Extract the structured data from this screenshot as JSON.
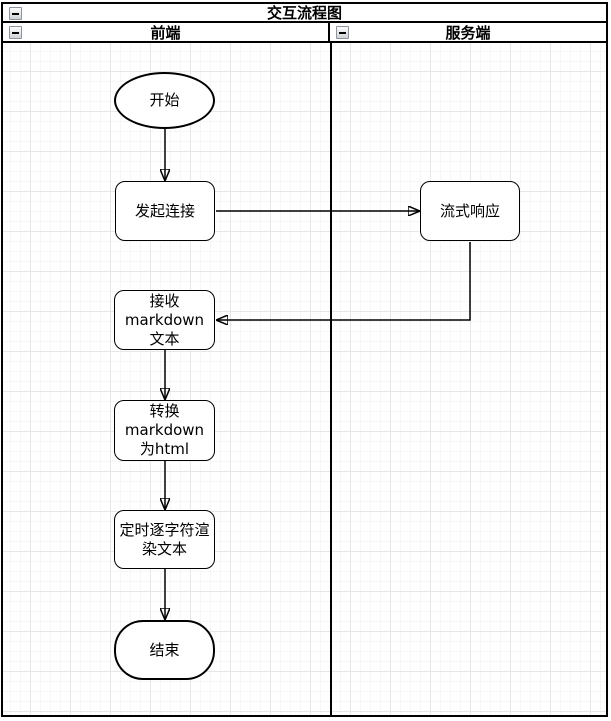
{
  "pool": {
    "title": "交互流程图"
  },
  "lanes": [
    {
      "label": "前端"
    },
    {
      "label": "服务端"
    }
  ],
  "nodes": [
    {
      "id": "start",
      "label": "开始",
      "shape": "ellipse",
      "lane": "前端"
    },
    {
      "id": "connect",
      "label": "发起连接",
      "shape": "process",
      "lane": "前端"
    },
    {
      "id": "stream",
      "label": "流式响应",
      "shape": "process",
      "lane": "服务端"
    },
    {
      "id": "receive",
      "label": "接收\nmarkdown\n文本",
      "shape": "process",
      "lane": "前端"
    },
    {
      "id": "convert",
      "label": "转换\nmarkdown\n为html",
      "shape": "process",
      "lane": "前端"
    },
    {
      "id": "render",
      "label": "定时逐字符渲\n染文本",
      "shape": "process",
      "lane": "前端"
    },
    {
      "id": "end",
      "label": "结束",
      "shape": "terminator",
      "lane": "前端"
    }
  ],
  "edges": [
    {
      "from": "start",
      "to": "connect"
    },
    {
      "from": "connect",
      "to": "stream"
    },
    {
      "from": "stream",
      "to": "receive"
    },
    {
      "from": "receive",
      "to": "convert"
    },
    {
      "from": "convert",
      "to": "render"
    },
    {
      "from": "render",
      "to": "end"
    }
  ],
  "colors": {
    "stroke": "#000000",
    "background": "#ffffff",
    "grid_minor": "#f6f6f6",
    "grid_major": "#e7e7e7"
  }
}
